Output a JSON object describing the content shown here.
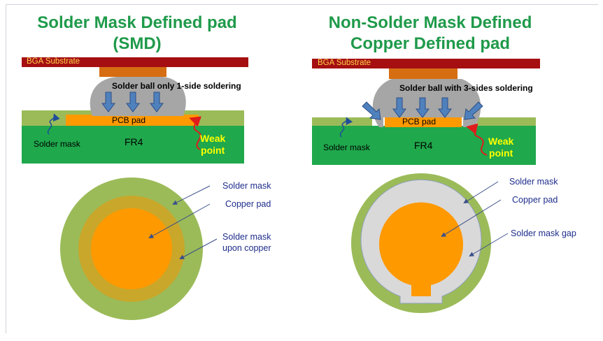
{
  "left": {
    "title_line1": "Solder Mask Defined pad",
    "title_line2": "(SMD)",
    "substrate": "BGA Substrate",
    "ball_label": "Solder ball  only 1-side soldering",
    "pcb_pad": "PCB pad",
    "solder_mask": "Solder mask",
    "fr4": "FR4",
    "weak_line1": "Weak",
    "weak_line2": "point",
    "callouts": {
      "solder_mask": "Solder mask",
      "copper_pad": "Copper pad",
      "mask_on_copper_1": "Solder mask",
      "mask_on_copper_2": "upon copper"
    }
  },
  "right": {
    "title_line1": "Non-Solder Mask Defined",
    "title_line2": "Copper Defined pad",
    "substrate": "BGA Substrate",
    "ball_label": "Solder ball  with 3-sides  soldering",
    "pcb_pad": "PCB pad",
    "solder_mask": "Solder mask",
    "fr4": "FR4",
    "weak_line1": "Weak",
    "weak_line2": "point",
    "callouts": {
      "solder_mask": "Solder mask",
      "copper_pad": "Copper pad",
      "mask_gap": "Solder mask gap"
    }
  },
  "colors": {
    "title_green": "#1f9a4a",
    "substrate": "#a50f12",
    "substrate_text": "#ffd24a",
    "ball_pad": "#d66d12",
    "solder_ball": "#a6a6a6",
    "pcb_pad": "#ff9900",
    "solder_mask_light": "#9bbb59",
    "fr4": "#1fa84c",
    "arrow_blue": "#4f81bd",
    "curve_red": "#e01b1b",
    "callout_text": "#1e2d8c",
    "gap_gray": "#d9d9d9"
  }
}
